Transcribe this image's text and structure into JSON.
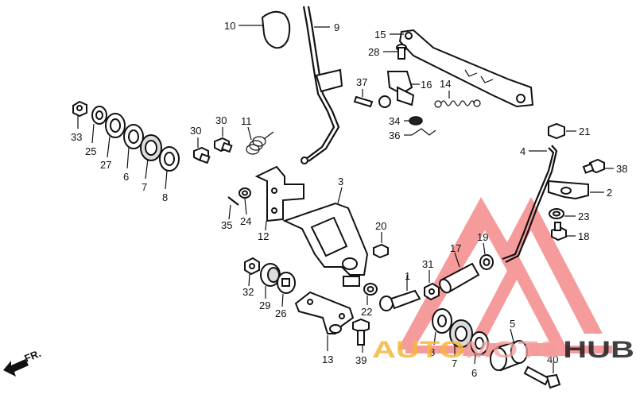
{
  "diagram": {
    "callouts": [
      {
        "id": "label-10",
        "text": "10"
      },
      {
        "id": "label-9",
        "text": "9"
      },
      {
        "id": "label-15",
        "text": "15"
      },
      {
        "id": "label-28",
        "text": "28"
      },
      {
        "id": "label-37",
        "text": "37"
      },
      {
        "id": "label-16",
        "text": "16"
      },
      {
        "id": "label-14",
        "text": "14"
      },
      {
        "id": "label-34",
        "text": "34"
      },
      {
        "id": "label-36",
        "text": "36"
      },
      {
        "id": "label-33",
        "text": "33"
      },
      {
        "id": "label-25",
        "text": "25"
      },
      {
        "id": "label-27",
        "text": "27"
      },
      {
        "id": "label-6a",
        "text": "6"
      },
      {
        "id": "label-7a",
        "text": "7"
      },
      {
        "id": "label-8a",
        "text": "8"
      },
      {
        "id": "label-30a",
        "text": "30"
      },
      {
        "id": "label-30b",
        "text": "30"
      },
      {
        "id": "label-11",
        "text": "11"
      },
      {
        "id": "label-21",
        "text": "21"
      },
      {
        "id": "label-4",
        "text": "4"
      },
      {
        "id": "label-38",
        "text": "38"
      },
      {
        "id": "label-2",
        "text": "2"
      },
      {
        "id": "label-3",
        "text": "3"
      },
      {
        "id": "label-35",
        "text": "35"
      },
      {
        "id": "label-24",
        "text": "24"
      },
      {
        "id": "label-12",
        "text": "12"
      },
      {
        "id": "label-23",
        "text": "23"
      },
      {
        "id": "label-18",
        "text": "18"
      },
      {
        "id": "label-20",
        "text": "20"
      },
      {
        "id": "label-19",
        "text": "19"
      },
      {
        "id": "label-17",
        "text": "17"
      },
      {
        "id": "label-31",
        "text": "31"
      },
      {
        "id": "label-1",
        "text": "1"
      },
      {
        "id": "label-32",
        "text": "32"
      },
      {
        "id": "label-29",
        "text": "29"
      },
      {
        "id": "label-26",
        "text": "26"
      },
      {
        "id": "label-22",
        "text": "22"
      },
      {
        "id": "label-5",
        "text": "5"
      },
      {
        "id": "label-8b",
        "text": "8"
      },
      {
        "id": "label-7b",
        "text": "7"
      },
      {
        "id": "label-6b",
        "text": "6"
      },
      {
        "id": "label-13",
        "text": "13"
      },
      {
        "id": "label-39",
        "text": "39"
      },
      {
        "id": "label-40",
        "text": "40"
      }
    ],
    "direction_label": "FR.",
    "watermark": {
      "text": "AUTOMOTOHUB",
      "colors": {
        "auto": "#f4b63a",
        "moto": "#f2a0a0",
        "hub": "#1e1e1e",
        "triangle": "#f26b6b"
      }
    }
  }
}
